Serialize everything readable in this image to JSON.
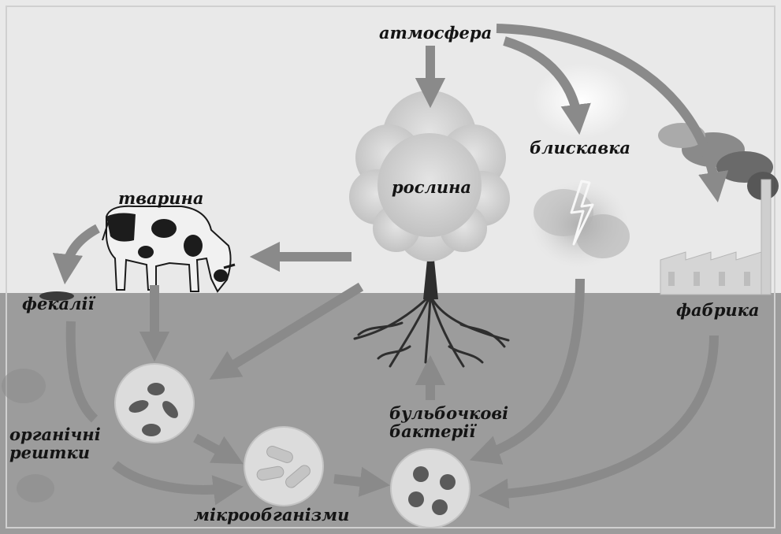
{
  "diagram": {
    "labels": {
      "atmosphere": "атмосфера",
      "plant": "рослина",
      "lightning": "блискавка",
      "animal": "тварина",
      "feces": "фекалії",
      "factory": "фабрика",
      "organic_line1": "органічні",
      "organic_line2": "рештки",
      "nodule_line1": "бульбочкові",
      "nodule_line2": "бактерії",
      "microorganisms": "мікрообганізми"
    },
    "colors": {
      "sky": "#e9e9e9",
      "soil": "#9c9c9c",
      "arrow": "#8a8a8a",
      "circle": "#dcdcdc",
      "bacteria": "#5a5a5a"
    },
    "icons": [
      "cloud-tree-icon",
      "cow-icon",
      "lightning-icon",
      "factory-icon",
      "bacteria-circle-icon"
    ]
  }
}
